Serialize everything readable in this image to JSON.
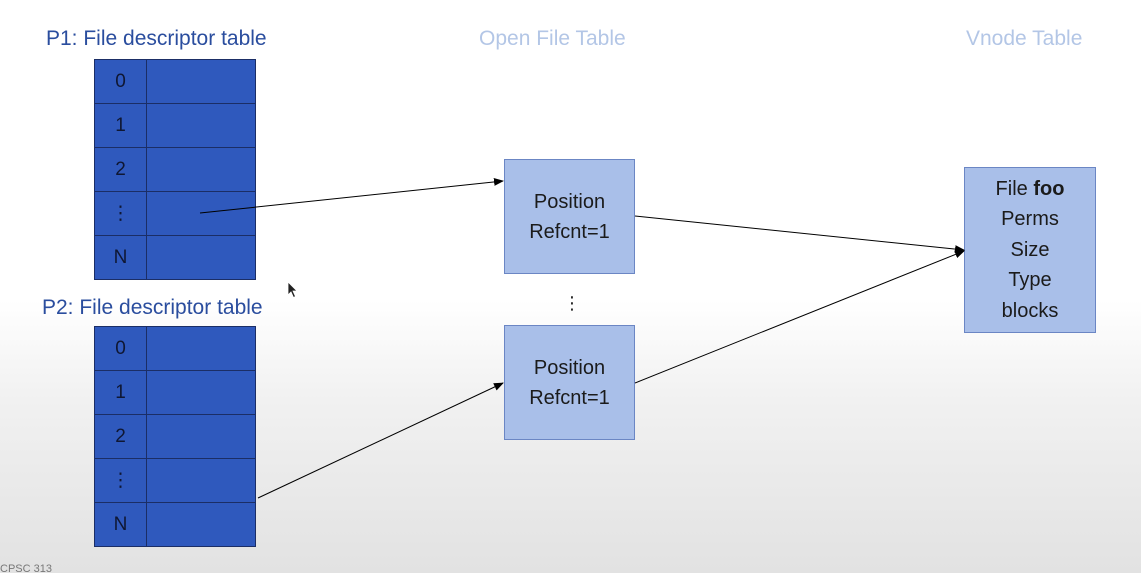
{
  "headings": {
    "p1": "P1: File descriptor table",
    "p2": "P2: File descriptor table",
    "open_file_table": "Open File Table",
    "vnode_table": "Vnode Table"
  },
  "p1_rows": [
    "0",
    "1",
    "2",
    "⋮",
    "N"
  ],
  "p2_rows": [
    "0",
    "1",
    "2",
    "⋮",
    "N"
  ],
  "open_file_entries": [
    {
      "line1": "Position",
      "line2": "Refcnt=1"
    },
    {
      "line1": "Position",
      "line2": "Refcnt=1"
    }
  ],
  "ellipsis": "⋮",
  "vnode": {
    "file_prefix": "File ",
    "file_name": "foo",
    "fields": [
      "Perms",
      "Size",
      "Type",
      "blocks"
    ]
  },
  "footer": "CPSC 313",
  "colors": {
    "table_fill": "#2f59bd",
    "box_fill": "#a9bfe9",
    "heading_blue": "#2a4d9e",
    "heading_faint": "#b3c6e6"
  }
}
